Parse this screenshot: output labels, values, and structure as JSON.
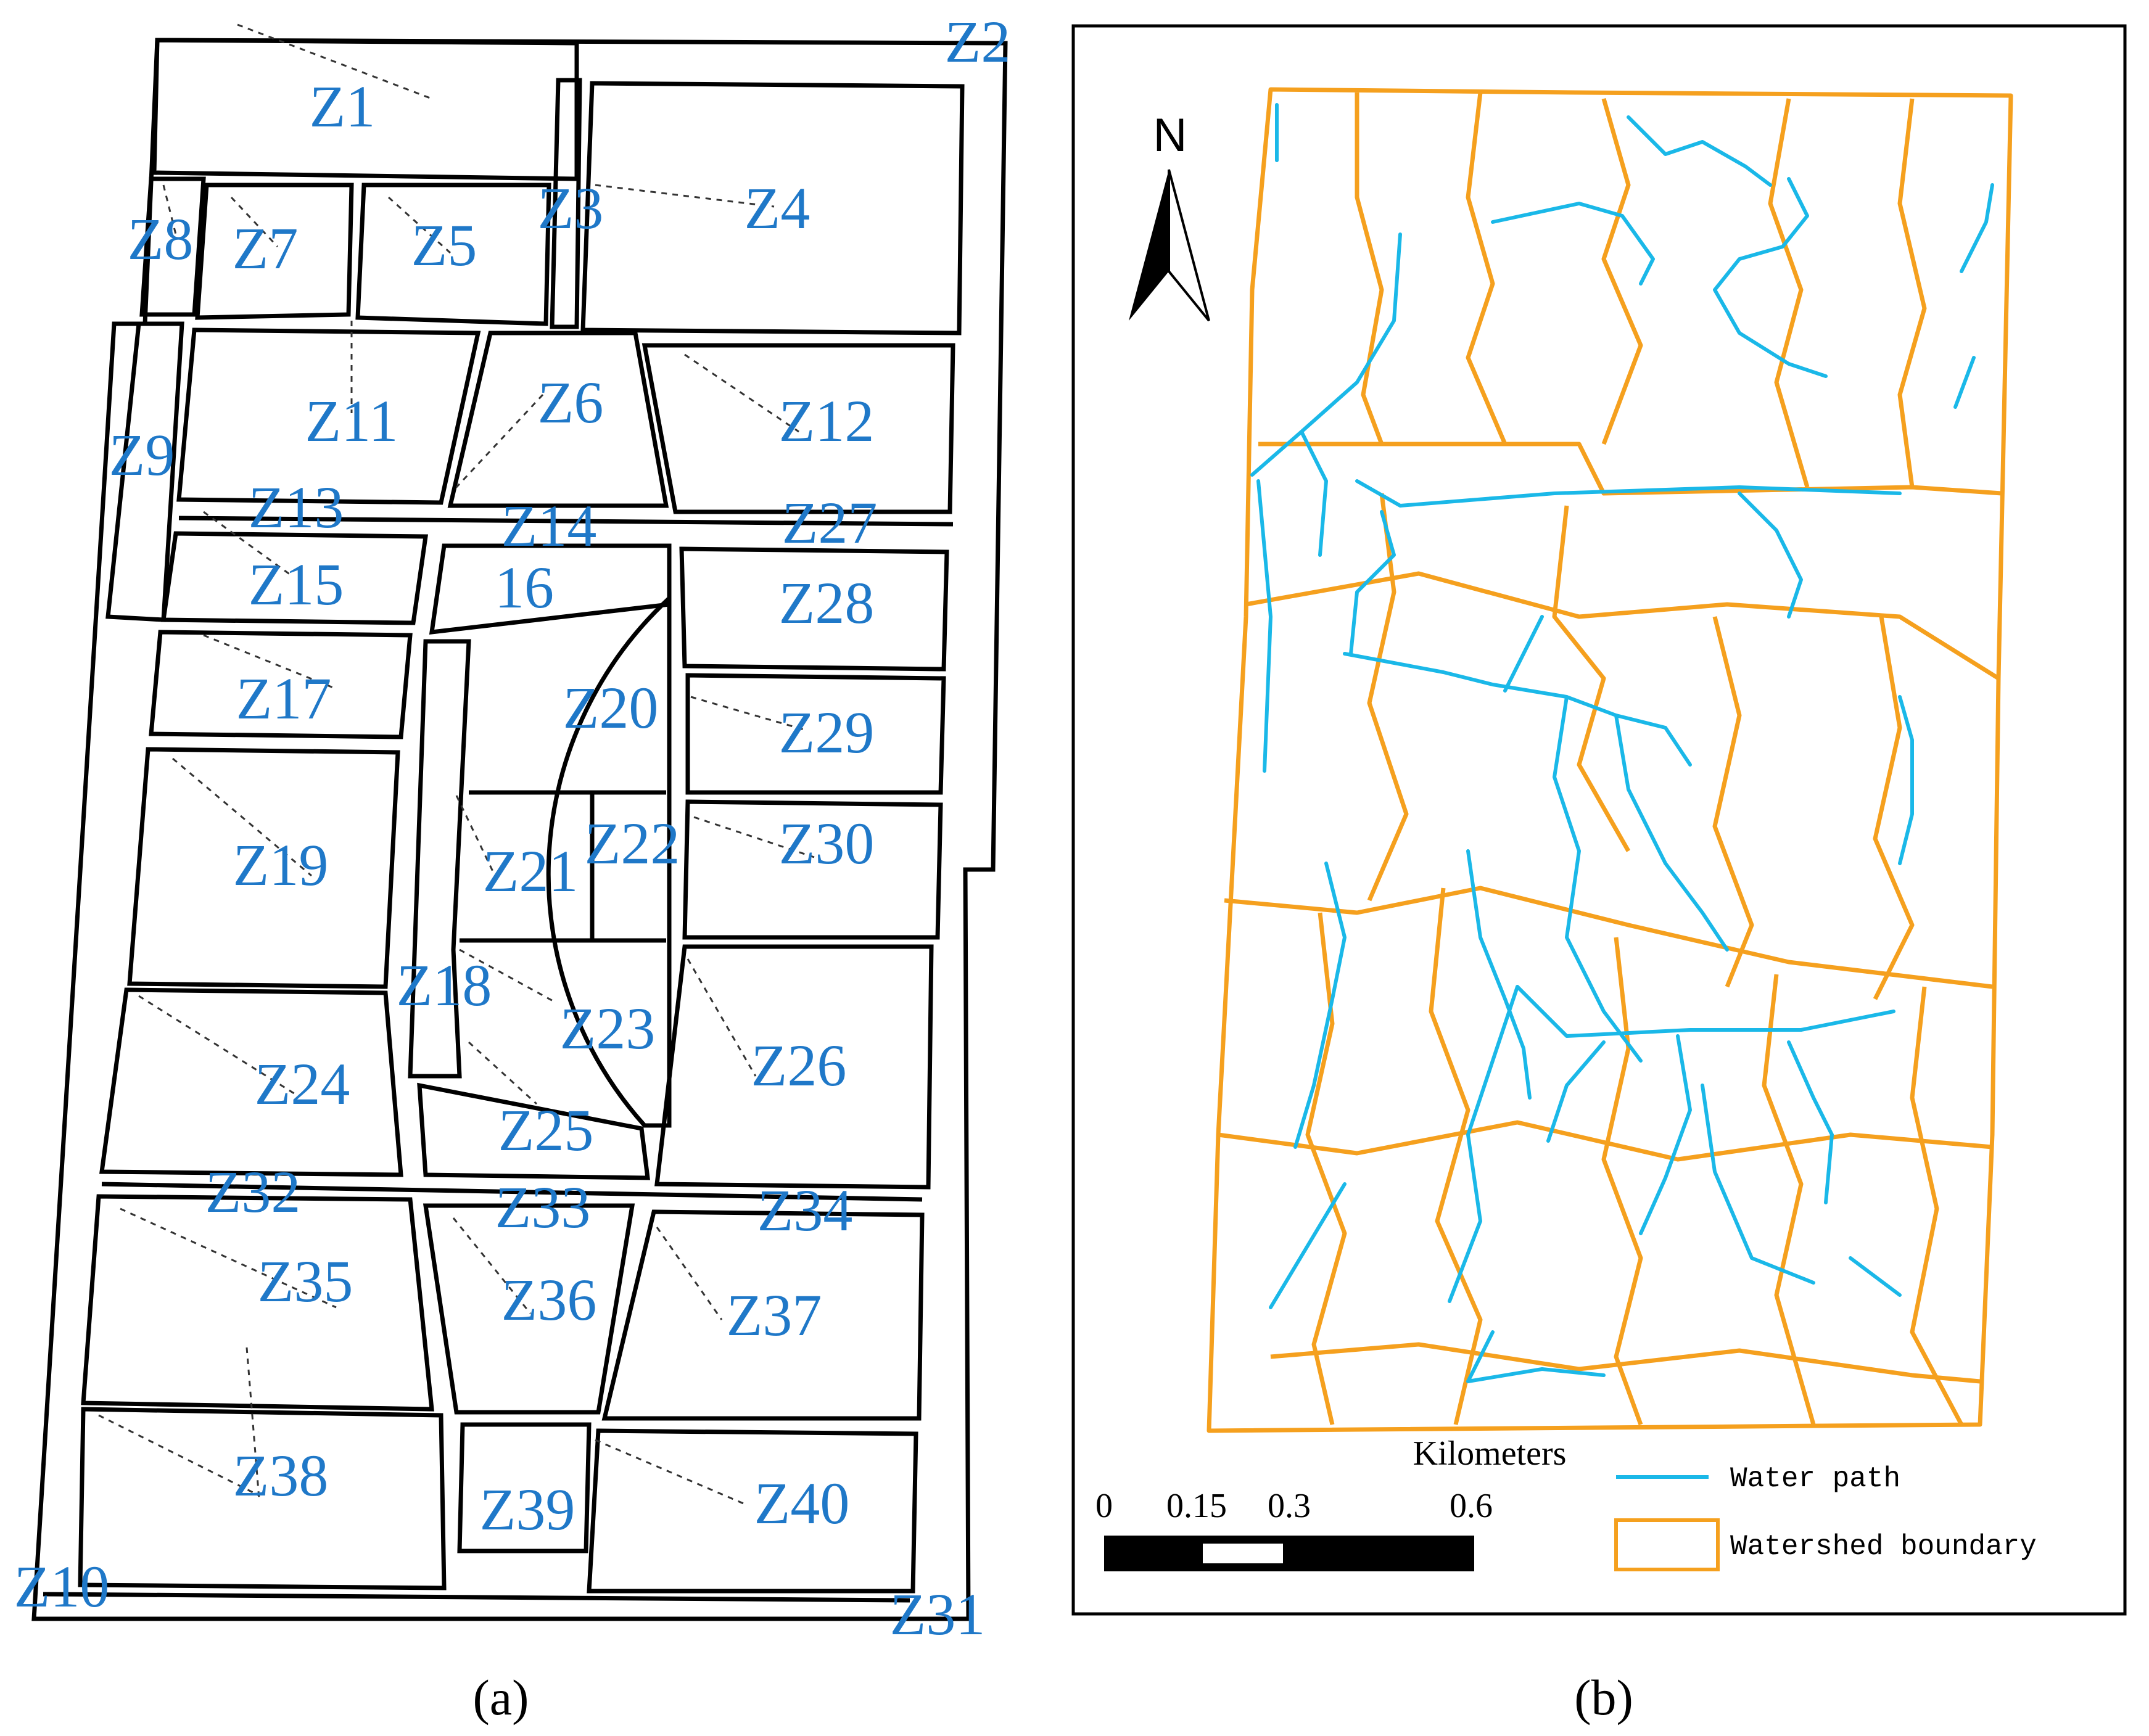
{
  "panel_a": {
    "caption": "(a)",
    "zones": [
      {
        "label": "Z1"
      },
      {
        "label": "Z2"
      },
      {
        "label": "Z3"
      },
      {
        "label": "Z4"
      },
      {
        "label": "Z5"
      },
      {
        "label": "Z6"
      },
      {
        "label": "Z7"
      },
      {
        "label": "Z8"
      },
      {
        "label": "Z9"
      },
      {
        "label": "Z10"
      },
      {
        "label": "Z11"
      },
      {
        "label": "Z12"
      },
      {
        "label": "Z13"
      },
      {
        "label": "Z14"
      },
      {
        "label": "Z15"
      },
      {
        "label": "16"
      },
      {
        "label": "Z17"
      },
      {
        "label": "Z18"
      },
      {
        "label": "Z19"
      },
      {
        "label": "Z20"
      },
      {
        "label": "Z21"
      },
      {
        "label": "Z22"
      },
      {
        "label": "Z23"
      },
      {
        "label": "Z24"
      },
      {
        "label": "Z25"
      },
      {
        "label": "Z26"
      },
      {
        "label": "Z27"
      },
      {
        "label": "Z28"
      },
      {
        "label": "Z29"
      },
      {
        "label": "Z30"
      },
      {
        "label": "Z31"
      },
      {
        "label": "Z32"
      },
      {
        "label": "Z33"
      },
      {
        "label": "Z34"
      },
      {
        "label": "Z35"
      },
      {
        "label": "Z36"
      },
      {
        "label": "Z37"
      },
      {
        "label": "Z38"
      },
      {
        "label": "Z39"
      },
      {
        "label": "Z40"
      }
    ]
  },
  "panel_b": {
    "caption": "(b)",
    "north_label": "N",
    "scale_bar": {
      "title": "Kilometers",
      "ticks": [
        "0",
        "0.15",
        "0.3",
        "0.6"
      ]
    },
    "legend": [
      {
        "label": "Water path",
        "color": "#1ab8e8",
        "type": "line"
      },
      {
        "label": "Watershed boundary",
        "color": "#f5a01e",
        "type": "box"
      }
    ]
  }
}
